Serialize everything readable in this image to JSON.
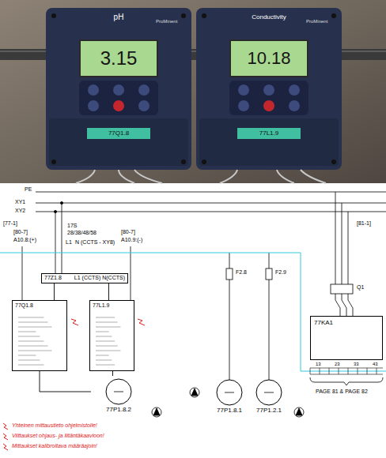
{
  "diagram": {
    "nodes": [
      {
        "text": [
          "pH"
        ]
      },
      {
        "text": [
          "3.15"
        ],
        "in": 0
      },
      {
        "text": [
          "77Q1.8"
        ],
        "in": 0
      },
      {
        "text": [
          "Conductivity"
        ]
      },
      {
        "text": [
          "10.18"
        ],
        "in": 3
      },
      {
        "text": [
          "77L1.9"
        ],
        "in": 3
      },
      {
        "text": [
          "77Z1.8",
          "L1 (CCTS) N(CCTS)"
        ]
      },
      {
        "text": [
          "77Q1.8"
        ]
      },
      {
        "text": [
          "77L1.9"
        ]
      },
      {
        "text": [
          "77P1.8.2"
        ]
      },
      {
        "text": [
          "77P1.8.1"
        ]
      },
      {
        "text": [
          "77P1.2.1"
        ]
      },
      {
        "text": [
          "77KA1"
        ]
      }
    ],
    "edges": [
      {
        "from": 6,
        "to": 7,
        "arrow": "none"
      },
      {
        "from": 6,
        "to": 8,
        "arrow": "none"
      },
      {
        "from": 7,
        "to": 9,
        "arrow": "none"
      },
      {
        "from": 8,
        "to": 9,
        "arrow": "none"
      }
    ],
    "labels": [
      "ProMinent",
      "ProMinent",
      "PE",
      "XY1",
      "XY2",
      "[77-1]",
      "[81-1]",
      "[80-7]",
      "A10.8:(+)",
      "17S",
      "28/38/48/58",
      "L1",
      "N (CCTS - XY8)",
      "[80-7]",
      "A10.9:(-)",
      "F2.8",
      "F2.9",
      "Q1",
      "13",
      "23",
      "33",
      "43",
      "PAGE 81 & PAGE 82",
      "Yhteinen mittaustieto ohjelmistolle!",
      "Viittaukset ohjaus- ja liitäntäkaavioon!",
      "Mittaukset kalibroitava määräajoin!"
    ]
  }
}
